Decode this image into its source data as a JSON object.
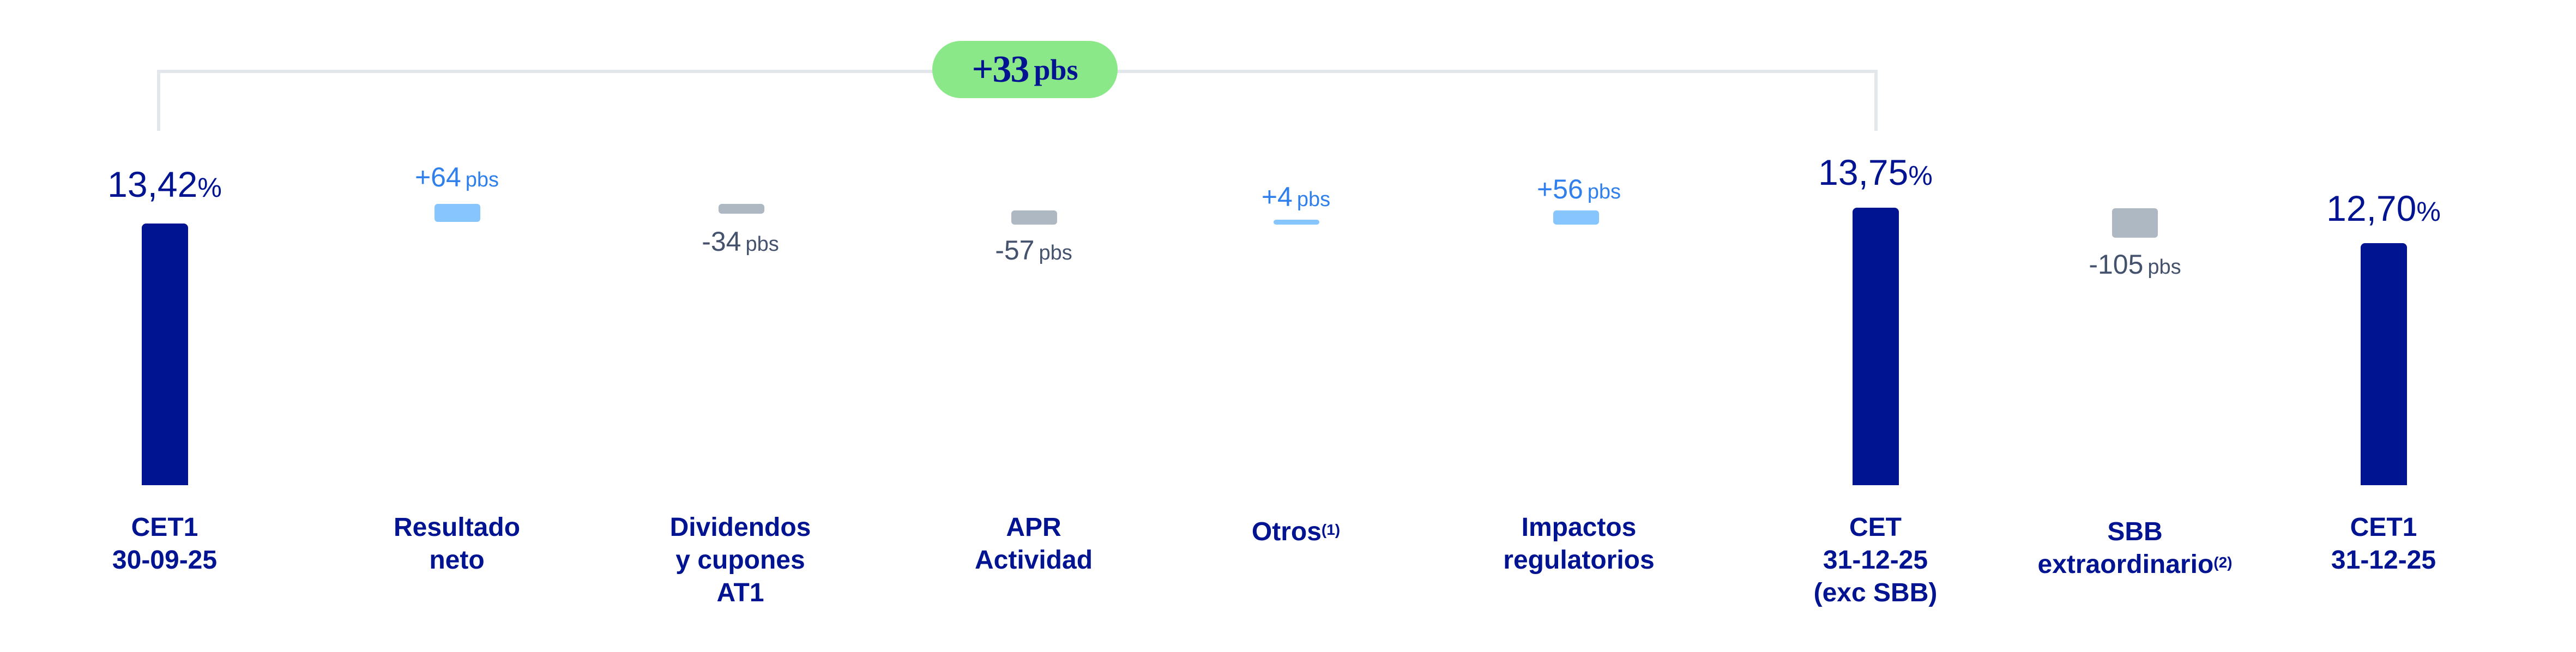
{
  "chart_data": {
    "type": "waterfall",
    "title": "",
    "unit_total": "%",
    "unit_delta": "pbs",
    "summary_badge": "+33 pbs",
    "bracket_span": [
      "CET1 30-09-25",
      "CET 31-12-25 (exc SBB)"
    ],
    "categories": [
      "CET1 30-09-25",
      "Resultado neto",
      "Dividendos y cupones AT1",
      "APR Actividad",
      "Otros(1)",
      "Impactos regulatorios",
      "CET 31-12-25 (exc SBB)",
      "SBB extraordinario(2)",
      "CET1 31-12-25"
    ],
    "values": [
      13.42,
      0.64,
      -0.34,
      -0.57,
      0.04,
      0.56,
      13.75,
      -1.05,
      12.7
    ],
    "kinds": [
      "total",
      "increase",
      "decrease",
      "decrease",
      "increase",
      "increase",
      "total",
      "decrease",
      "total"
    ],
    "labels": [
      "13,42%",
      "+64 pbs",
      "-34 pbs",
      "-57 pbs",
      "+4 pbs",
      "+56 pbs",
      "13,75%",
      "-105 pbs",
      "12,70%"
    ],
    "colors": {
      "total": "#001391",
      "increase": "#86c5fd",
      "decrease": "#aeb8c2",
      "badge": "#8be888"
    }
  },
  "badge": {
    "num": "+33",
    "unit": "pbs"
  },
  "columns": [
    {
      "value_num": "13,42",
      "value_unit": "%",
      "label_lines": [
        "CET1",
        "30-09-25"
      ],
      "sup": ""
    },
    {
      "value_num": "+64",
      "value_unit": "pbs",
      "label_lines": [
        "Resultado",
        "neto"
      ],
      "sup": ""
    },
    {
      "value_num": "-34",
      "value_unit": "pbs",
      "label_lines": [
        "Dividendos",
        "y cupones",
        "AT1"
      ],
      "sup": ""
    },
    {
      "value_num": "-57",
      "value_unit": "pbs",
      "label_lines": [
        "APR",
        "Actividad"
      ],
      "sup": ""
    },
    {
      "value_num": "+4",
      "value_unit": "pbs",
      "label_lines": [
        "Otros"
      ],
      "sup": "(1)"
    },
    {
      "value_num": "+56",
      "value_unit": "pbs",
      "label_lines": [
        "Impactos",
        "regulatorios"
      ],
      "sup": ""
    },
    {
      "value_num": "13,75",
      "value_unit": "%",
      "label_lines": [
        "CET",
        "31-12-25",
        "(exc SBB)"
      ],
      "sup": ""
    },
    {
      "value_num": "-105",
      "value_unit": "pbs",
      "label_lines": [
        "SBB",
        "extraordinario"
      ],
      "sup": "(2)"
    },
    {
      "value_num": "12,70",
      "value_unit": "%",
      "label_lines": [
        "CET1",
        "31-12-25"
      ],
      "sup": ""
    }
  ]
}
